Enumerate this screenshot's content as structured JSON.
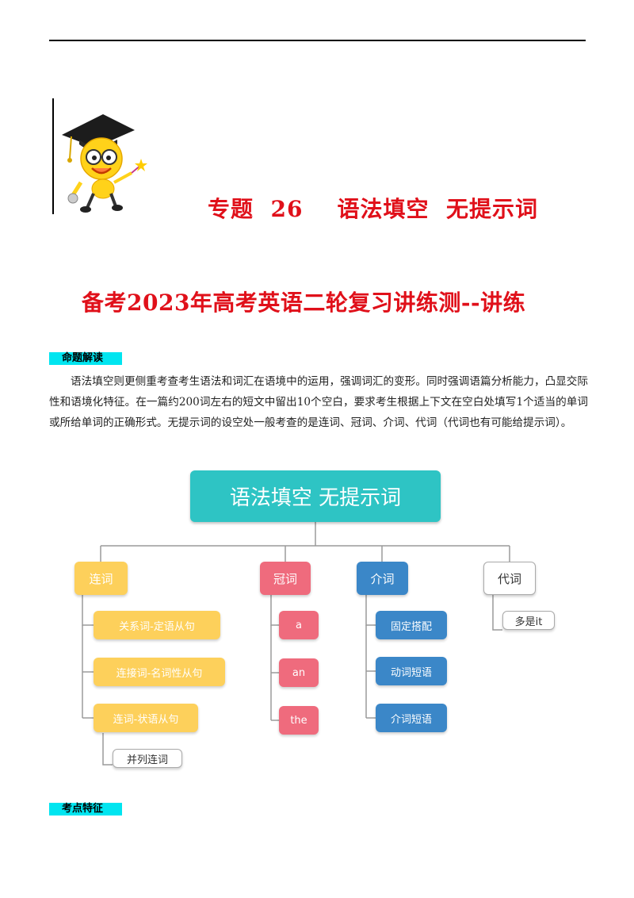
{
  "header": {
    "title": "专题  26    语法填空  无提示词",
    "subtitle": "备考2023年高考英语二轮复习讲练测--讲练"
  },
  "sections": {
    "intro_label": "命题解读",
    "intro_text": "语法填空则更侧重考查考生语法和词汇在语境中的运用，强调词汇的变形。同时强调语篇分析能力，凸显交际性和语境化特征。在一篇约200词左右的短文中留出10个空白，要求考生根据上下文在空白处填写1个适当的单词或所给单词的正确形式。无提示词的设空处一般考查的是连词、冠词、介词、代词（代词也有可能给提示词）。",
    "features_label": "考点特征"
  },
  "diagram": {
    "root": "语法填空 无提示词",
    "conjunction": {
      "label": "连词",
      "items": [
        "关系词-定语从句",
        "连接词-名词性从句",
        "连词-状语从句"
      ],
      "sub_item": "并列连词"
    },
    "article": {
      "label": "冠词",
      "items": [
        "a",
        "an",
        "the"
      ]
    },
    "preposition": {
      "label": "介词",
      "items": [
        "固定搭配",
        "动词短语",
        "介词短语"
      ]
    },
    "pronoun": {
      "label": "代词",
      "items": [
        "多是it"
      ]
    }
  },
  "colors": {
    "title_red": "#e0101a",
    "root_teal": "#2ec4c4",
    "yellow": "#fdd05b",
    "pink": "#ef6b7d",
    "blue": "#3b87c8",
    "label_cyan": "#00e5f0"
  }
}
